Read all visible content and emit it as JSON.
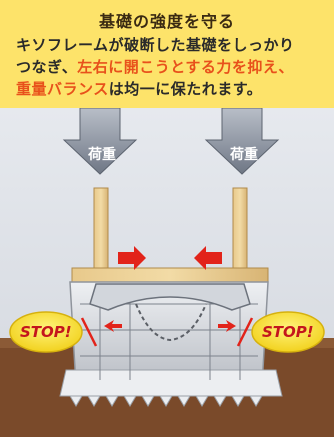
{
  "panel": {
    "title": "基礎の強度を守る",
    "body_line1": "キソフレームが破断した基礎をしっかり",
    "body_line2_plain": "つなぎ、",
    "body_line2_highlight": "左右に開こうとする力を抑え、",
    "body_line3_highlight": "重量バランス",
    "body_line3_plain": "は均一に保たれます。",
    "highlight_color": "#e8511b",
    "background_color": "#fde36a"
  },
  "diagram": {
    "load_label_left": "荷重",
    "load_label_right": "荷重",
    "stop_label_left": "STOP!",
    "stop_label_right": "STOP!",
    "stop_badge_color": "#f7e33a",
    "push_arrow_color": "#e2231a"
  }
}
